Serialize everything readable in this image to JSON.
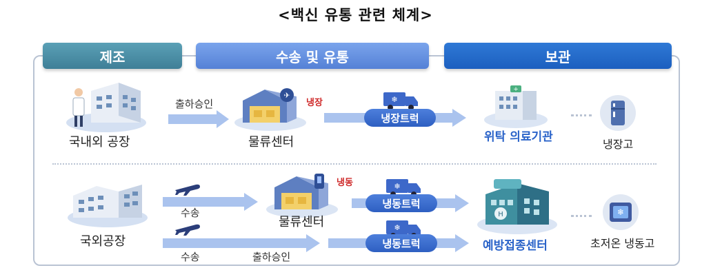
{
  "title": "<백신 유통 관련 체계>",
  "stages": {
    "manufacturing": "제조",
    "transport": "수송 및 유통",
    "storage": "보관"
  },
  "row1": {
    "factory": "국내외 공장",
    "release_approval": "출하승인",
    "logistics_center": "물류센터",
    "refrigerated_tag": "냉장",
    "refrigerated_truck": "냉장트럭",
    "facility": "위탁 의료기관",
    "fridge": "냉장고"
  },
  "row2": {
    "factory": "국외공장",
    "transport_1": "수송",
    "logistics_center": "물류센터",
    "frozen_tag": "냉동",
    "frozen_truck_1": "냉동트럭",
    "frozen_truck_2": "냉동트럭",
    "transport_2": "수송",
    "release_approval": "출하승인",
    "center": "예방접종센터",
    "deep_freezer": "초저온 냉동고"
  },
  "colors": {
    "arrow": "#aac3ee",
    "pill": "#2e5fc2",
    "stage_manufacturing": "#4a8ca5",
    "stage_transport": "#6690e0",
    "stage_storage": "#2569cb",
    "highlight_text": "#2a63c9",
    "tag_red": "#cf2b2b"
  },
  "icons": [
    "factory-icon",
    "warehouse-icon",
    "truck-icon",
    "hospital-icon",
    "fridge-icon",
    "airplane-icon",
    "freezer-icon"
  ]
}
